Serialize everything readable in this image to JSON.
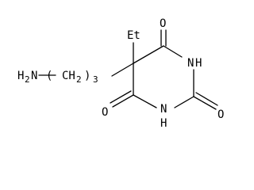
{
  "structure": {
    "labels": {
      "amine_group": "H",
      "amine_n": "N",
      "amine_h_count": "2",
      "chain_open_paren": "(",
      "chain_unit": "CH",
      "chain_h_count": "2",
      "chain_close_paren": ")",
      "chain_repeat": "3",
      "ethyl": "Et",
      "oxygen_top": "O",
      "oxygen_right": "O",
      "oxygen_bottom_left": "O",
      "nh_top_n": "N",
      "nh_top_h": "H",
      "nh_bottom_n": "N",
      "nh_bottom_h": "H"
    }
  }
}
